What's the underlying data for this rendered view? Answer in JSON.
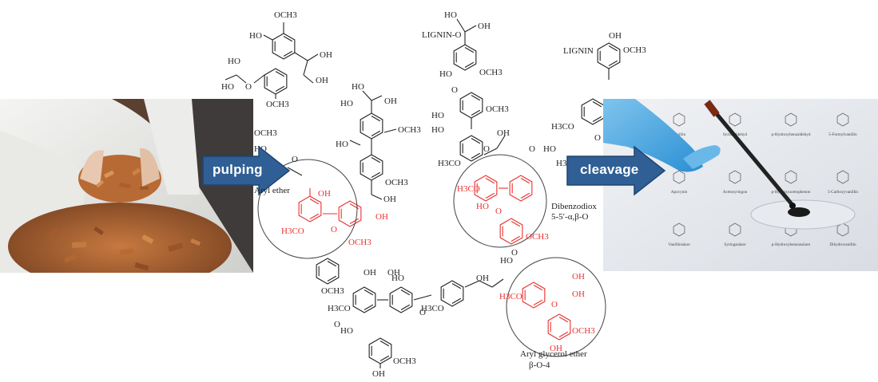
{
  "colors": {
    "highlight": "#e8322f",
    "bond": "#222222",
    "arrow": "#2f5f95",
    "arrow_edge": "#1f4572",
    "photo_left_bg": "#6b4a33",
    "photo_right_bg": "#e8ebef"
  },
  "arrows": {
    "pulping": "pulping",
    "cleavage": "cleavage"
  },
  "structure": {
    "labels": {
      "lignin_o": "LIGNIN-O",
      "lignin": "LIGNIN",
      "aryl_ether": "Aryl ether",
      "dibenzodioxocin": "Dibenzodiox",
      "linkage_55": "5-5′-α,β-O",
      "aryl_glycerol_ether": "Aryl glycerol ether",
      "beta_o4": "β-O-4"
    },
    "groups": {
      "och3": "OCH3",
      "h3co": "H3CO",
      "oh": "OH",
      "ho": "HO",
      "o": "O"
    }
  },
  "vial_labels": [
    "Vanillin",
    "Syringaldehyd",
    "p-Hydroxybenzaldehyd",
    "5-Formylvanillin",
    "Apocynin",
    "Acetosyringon",
    "p-Hydroxyacetophenon",
    "5-Carboxyvanillin",
    "Vanillinsäure",
    "Syringasäure",
    "p-Hydroxybenzoesäure",
    "Dihydrovanillin"
  ]
}
